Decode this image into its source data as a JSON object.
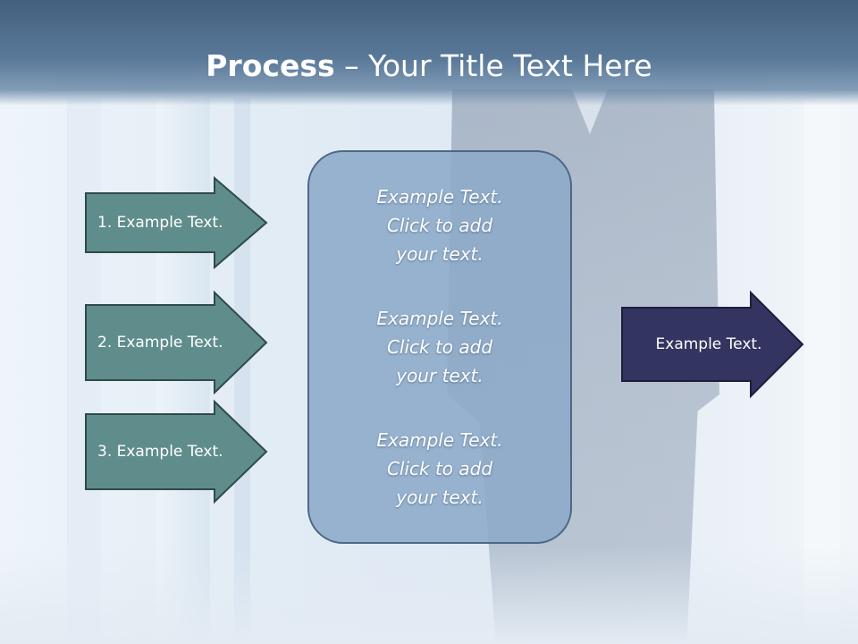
{
  "slide": {
    "title_bold": "Process",
    "title_rest": " – Your Title Text Here"
  },
  "inputs": [
    {
      "label": "1. Example Text."
    },
    {
      "label": "2. Example Text."
    },
    {
      "label": "3. Example Text."
    }
  ],
  "center": {
    "blocks": [
      {
        "l1": "Example Text.",
        "l2": "Click  to add",
        "l3": "your text."
      },
      {
        "l1": "Example Text.",
        "l2": "Click  to add",
        "l3": "your text."
      },
      {
        "l1": "Example Text.",
        "l2": "Click  to add",
        "l3": "your text."
      }
    ]
  },
  "output": {
    "label": "Example Text."
  },
  "colors": {
    "input_arrow_fill": "#5f8d8b",
    "input_arrow_stroke": "#2f4a4a",
    "output_arrow_fill": "#33345f",
    "output_arrow_stroke": "#1d1e3d",
    "center_fill": "#8caac8",
    "center_stroke": "#4d6786",
    "header": "#44607f"
  }
}
